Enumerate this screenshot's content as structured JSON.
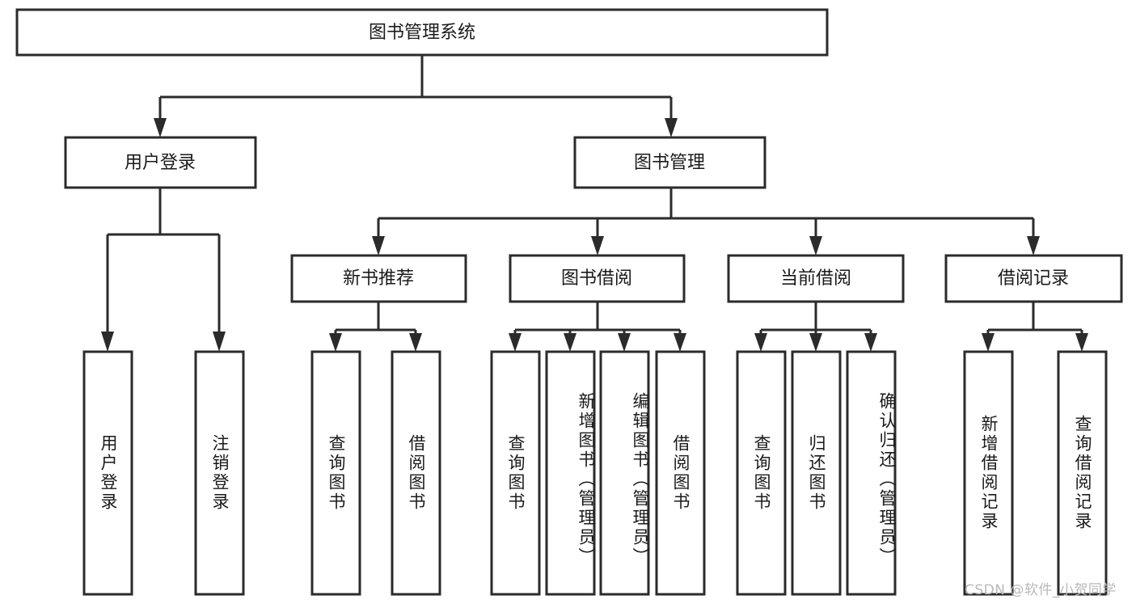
{
  "diagram": {
    "type": "tree-hierarchy-chart",
    "title_text": "图书管理系统",
    "orientation": "top-down",
    "stroke_color": "#2b2b2b",
    "fill_color": "#ffffff",
    "background_color": "#ffffff",
    "root": {
      "id": "root",
      "label": "图书管理系统",
      "level": 0
    },
    "level1": [
      {
        "id": "user-login",
        "label": "用户登录",
        "level": 1
      },
      {
        "id": "book-manage",
        "label": "图书管理",
        "level": 1
      }
    ],
    "level2": [
      {
        "id": "new-book-recommend",
        "label": "新书推荐",
        "parent": "book-manage",
        "level": 2
      },
      {
        "id": "book-borrow",
        "label": "图书借阅",
        "parent": "book-manage",
        "level": 2
      },
      {
        "id": "current-borrow",
        "label": "当前借阅",
        "parent": "book-manage",
        "level": 2
      },
      {
        "id": "borrow-record",
        "label": "借阅记录",
        "parent": "book-manage",
        "level": 2
      }
    ],
    "leaves": [
      {
        "id": "leaf-user-login",
        "label": "用户登录",
        "parent": "user-login"
      },
      {
        "id": "leaf-logout-login",
        "label": "注销登录",
        "parent": "user-login"
      },
      {
        "id": "leaf-query-book-1",
        "label": "查询图书",
        "parent": "new-book-recommend"
      },
      {
        "id": "leaf-borrow-book-1",
        "label": "借阅图书",
        "parent": "new-book-recommend"
      },
      {
        "id": "leaf-query-book-2",
        "label": "查询图书",
        "parent": "book-borrow"
      },
      {
        "id": "leaf-add-book",
        "label": "新增图书（管理员）",
        "parent": "book-borrow"
      },
      {
        "id": "leaf-edit-book",
        "label": "编辑图书（管理员）",
        "parent": "book-borrow"
      },
      {
        "id": "leaf-borrow-book-2",
        "label": "借阅图书",
        "parent": "book-borrow"
      },
      {
        "id": "leaf-query-book-3",
        "label": "查询图书",
        "parent": "current-borrow"
      },
      {
        "id": "leaf-return-book",
        "label": "归还图书",
        "parent": "current-borrow"
      },
      {
        "id": "leaf-confirm-return",
        "label": "确认归还（管理员）",
        "parent": "current-borrow"
      },
      {
        "id": "leaf-add-record",
        "label": "新增借阅记录",
        "parent": "borrow-record"
      },
      {
        "id": "leaf-query-record",
        "label": "查询借阅记录",
        "parent": "borrow-record"
      }
    ]
  },
  "watermark": {
    "text": "CSDN @软件_小贺同学"
  }
}
